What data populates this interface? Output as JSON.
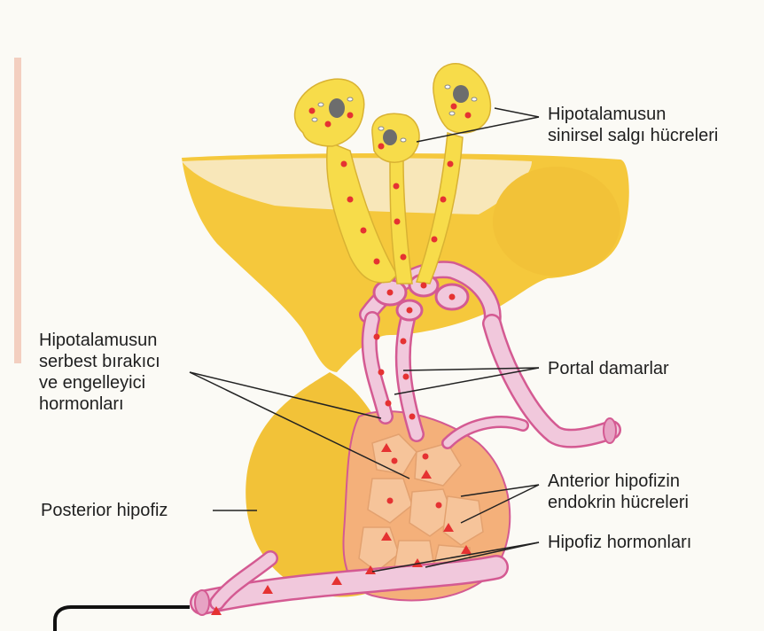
{
  "diagram": {
    "labels": {
      "neurosecretory": [
        "Hipotalamusun",
        "sinirsel salgı hücreleri"
      ],
      "releasing": [
        "Hipotalamusun",
        "serbest bırakıcı",
        "ve engelleyici",
        "hormonları"
      ],
      "portal": [
        "Portal damarlar"
      ],
      "anterior_cells": [
        "Anterior hipofizin",
        "endokrin hücreleri"
      ],
      "posterior": [
        "Posterior hipofiz"
      ],
      "pituitary_hormones": [
        "Hipofiz hormonları"
      ]
    },
    "colors": {
      "gland_yellow": "#f2c238",
      "hypothalamus_yellow": "#f5c83c",
      "neuron_yellow": "#f7dc4a",
      "pale_band": "#f8eccf",
      "vessel_pink": "#f1c8dc",
      "vessel_outline": "#d45a92",
      "anterior_orange": "#f4b07a",
      "cell_tan": "#f6c49a",
      "dot_red": "#e53232",
      "line_dark": "#222222"
    }
  }
}
